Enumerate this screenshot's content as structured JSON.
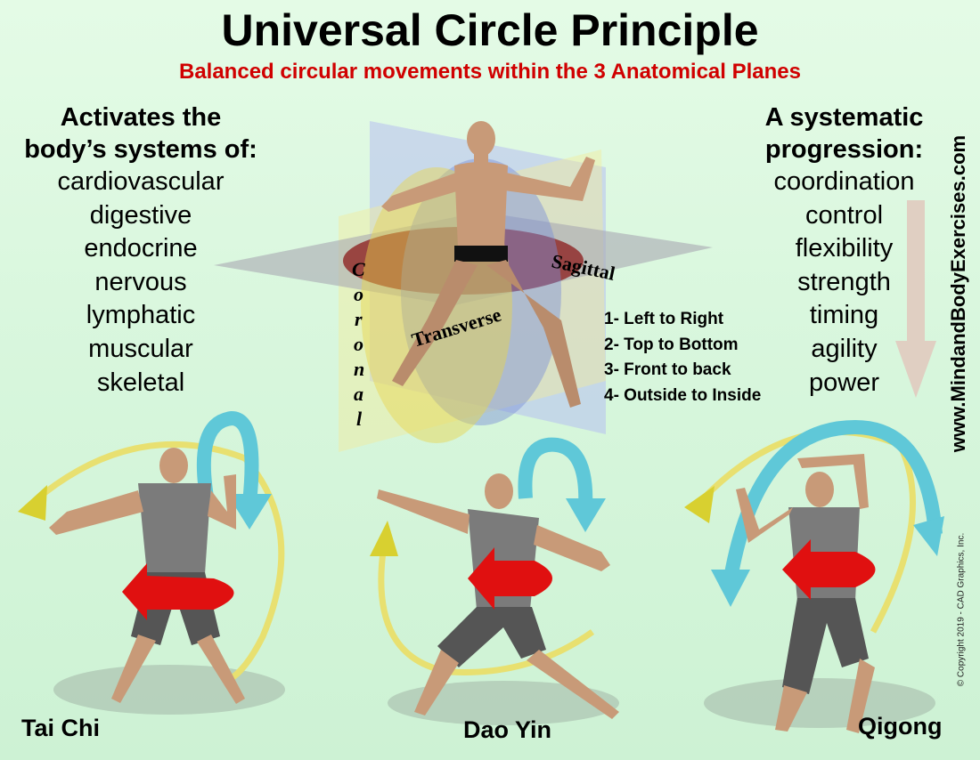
{
  "title": "Universal Circle Principle",
  "subtitle": "Balanced circular movements within the 3 Anatomical Planes",
  "left": {
    "heading_line1": "Activates the",
    "heading_line2": "body’s systems of:",
    "items": [
      "cardiovascular",
      "digestive",
      "endocrine",
      "nervous",
      "lymphatic",
      "muscular",
      "skeletal"
    ]
  },
  "right": {
    "heading_line1": "A systematic",
    "heading_line2": "progression:",
    "items": [
      "coordination",
      "control",
      "flexibility",
      "strength",
      "timing",
      "agility",
      "power"
    ]
  },
  "planes": {
    "sagittal": "Sagittal",
    "transverse": "Transverse",
    "coronal": "Coronal"
  },
  "steps": [
    "1- Left to Right",
    "2- Top to Bottom",
    "3- Front to back",
    "4- Outside to Inside"
  ],
  "website": "www.MindandBodyExercises.com",
  "copyright": "© Copyright 2019 - CAD Graphics, Inc.",
  "figures": {
    "tai_chi": "Tai Chi",
    "dao_yin": "Dao Yin",
    "qigong": "Qigong"
  },
  "colors": {
    "background": "#d7f6dc",
    "title": "#000000",
    "subtitle": "#d00000",
    "transverse_plane": "#8b1a1a",
    "sagittal_plane": "#e8d44a",
    "coronal_plane": "#7a8fd8",
    "cyan_arrow": "#5fc8d8",
    "yellow_arrow": "#e8e070",
    "red_arrow": "#e01010",
    "progression_arrow": "#e0cfc2"
  }
}
